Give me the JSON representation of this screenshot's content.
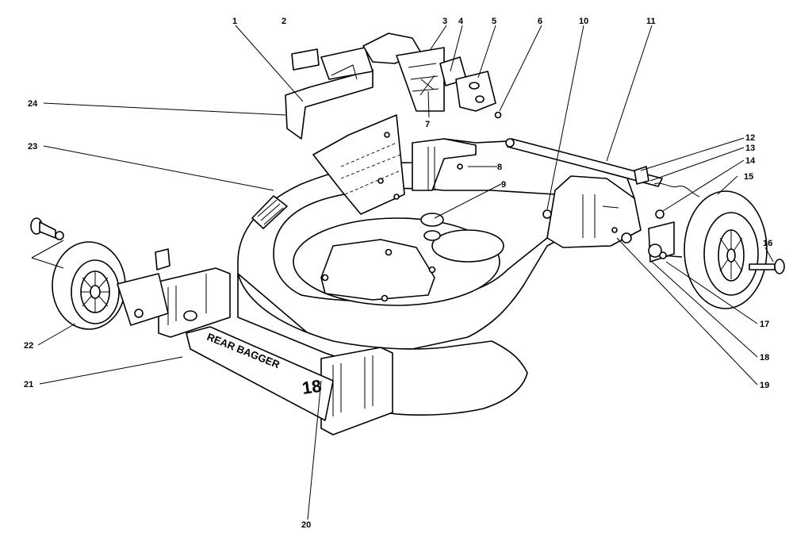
{
  "diagram": {
    "deck_markings": {
      "rear_label": "REAR BAGGER",
      "size_label": "18"
    },
    "callouts": [
      {
        "id": "c1",
        "label": "1"
      },
      {
        "id": "c2",
        "label": "2"
      },
      {
        "id": "c3",
        "label": "3"
      },
      {
        "id": "c4",
        "label": "4"
      },
      {
        "id": "c5",
        "label": "5"
      },
      {
        "id": "c6",
        "label": "6"
      },
      {
        "id": "c7",
        "label": "7"
      },
      {
        "id": "c8",
        "label": "8"
      },
      {
        "id": "c9",
        "label": "9"
      },
      {
        "id": "c10",
        "label": "10"
      },
      {
        "id": "c11",
        "label": "11"
      },
      {
        "id": "c12",
        "label": "12"
      },
      {
        "id": "c13",
        "label": "13"
      },
      {
        "id": "c14",
        "label": "14"
      },
      {
        "id": "c15",
        "label": "15"
      },
      {
        "id": "c16",
        "label": "16"
      },
      {
        "id": "c17",
        "label": "17"
      },
      {
        "id": "c18",
        "label": "18"
      },
      {
        "id": "c19",
        "label": "19"
      },
      {
        "id": "c20",
        "label": "20"
      },
      {
        "id": "c21",
        "label": "21"
      },
      {
        "id": "c22",
        "label": "22"
      },
      {
        "id": "c23",
        "label": "23"
      },
      {
        "id": "c24",
        "label": "24"
      }
    ]
  }
}
